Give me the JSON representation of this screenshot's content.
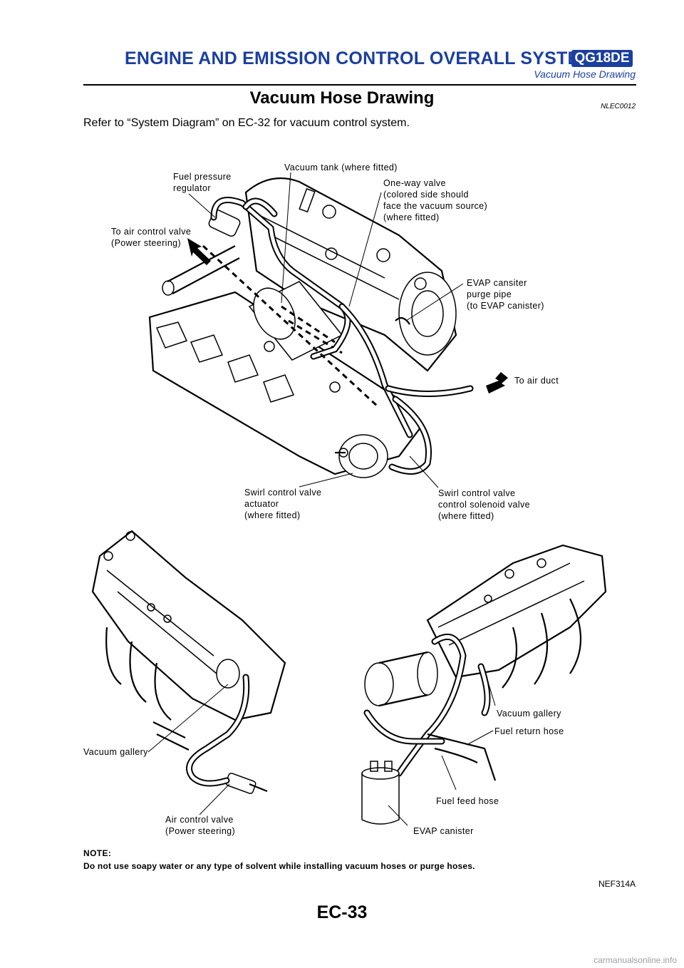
{
  "header": {
    "title": "ENGINE AND EMISSION CONTROL OVERALL SYSTEM",
    "badge": "QG18DE",
    "subtitle": "Vacuum Hose Drawing"
  },
  "section": {
    "title": "Vacuum Hose Drawing",
    "code": "NLEC0012",
    "intro": "Refer to “System Diagram” on EC-32 for vacuum control system."
  },
  "figure": {
    "top_labels": {
      "fuel_pressure_regulator": "Fuel pressure\nregulator",
      "vacuum_tank": "Vacuum tank (where fitted)",
      "one_way_valve": "One-way valve\n(colored side should\nface the vacuum source)\n(where fitted)",
      "to_air_control_valve": "To air control valve\n(Power steering)",
      "evap_purge_pipe": "EVAP cansiter\npurge pipe\n(to EVAP canister)",
      "to_air_duct": "To air duct",
      "swirl_actuator": "Swirl control valve\nactuator\n(where fitted)",
      "swirl_solenoid": "Swirl control valve\ncontrol solenoid valve\n(where fitted)"
    },
    "bottom_labels": {
      "vacuum_gallery_left": "Vacuum gallery",
      "air_control_valve": "Air control valve\n(Power steering)",
      "vacuum_gallery_right": "Vacuum gallery",
      "fuel_return_hose": "Fuel return hose",
      "fuel_feed_hose": "Fuel feed hose",
      "evap_canister": "EVAP canister"
    },
    "id": "NEF314A"
  },
  "note": {
    "heading": "NOTE:",
    "text": "Do not use soapy water or any type of solvent while installing vacuum hoses or purge hoses."
  },
  "page_number": "EC-33",
  "watermark": "carmanualsonline.info"
}
